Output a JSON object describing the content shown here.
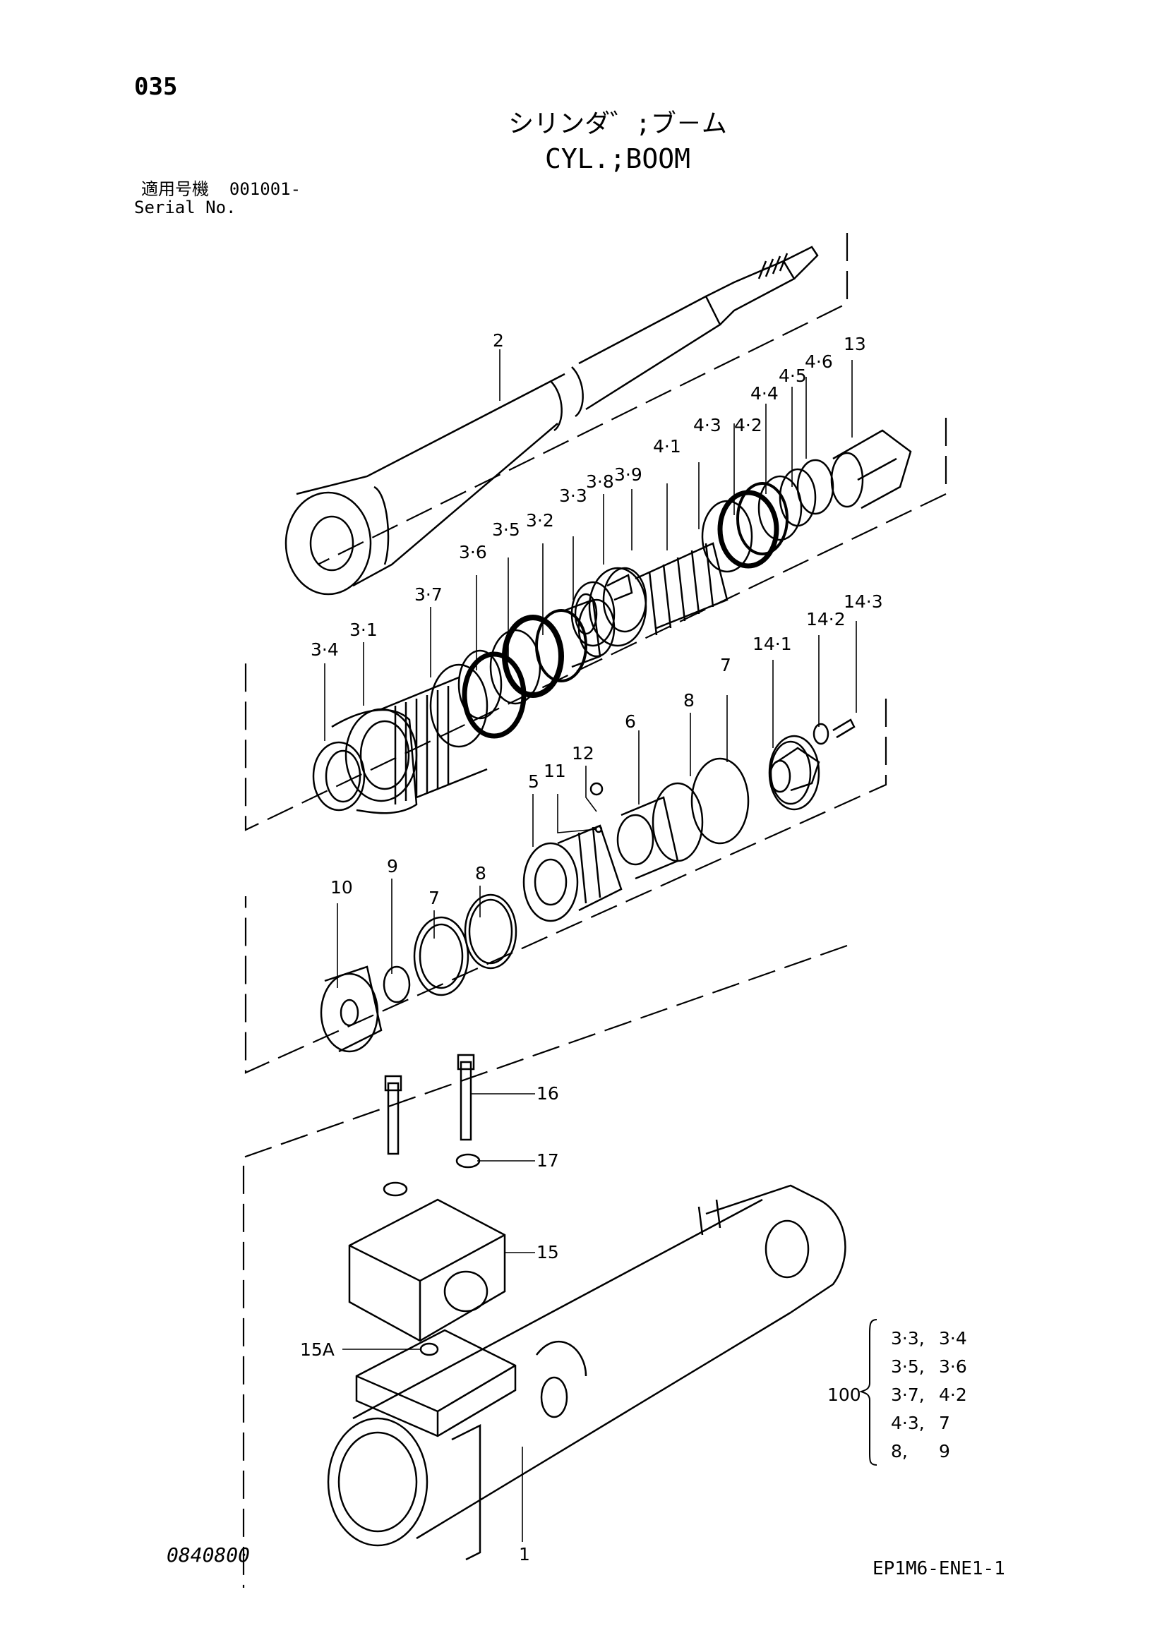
{
  "header": {
    "page_number": "035",
    "title_jp": "シリンダ゛;ブ－ム",
    "title_en": "CYL.;BOOM",
    "serial_label_jp": "適用号機",
    "serial_value": "001001-",
    "serial_label_en": "Serial No."
  },
  "footer": {
    "drawing_number": "0840800",
    "document_code": "EP1M6-ENE1-1"
  },
  "callouts": [
    "2",
    "13",
    "4·6",
    "4·5",
    "4·4",
    "4·3",
    "4·2",
    "4·1",
    "3·9",
    "3·8",
    "3·3",
    "3·2",
    "3·5",
    "3·6",
    "3·7",
    "3·1",
    "3·4",
    "14·3",
    "14·2",
    "14·1",
    "7",
    "8",
    "6",
    "12",
    "11",
    "5",
    "8",
    "7",
    "9",
    "10",
    "16",
    "17",
    "15",
    "15A",
    "1"
  ],
  "kit": {
    "number": "100",
    "rows": [
      [
        "3·3,",
        "3·4"
      ],
      [
        "3·5,",
        "3·6"
      ],
      [
        "3·7,",
        "4·2"
      ],
      [
        "4·3,",
        "7"
      ],
      [
        "8,",
        "9"
      ]
    ]
  }
}
